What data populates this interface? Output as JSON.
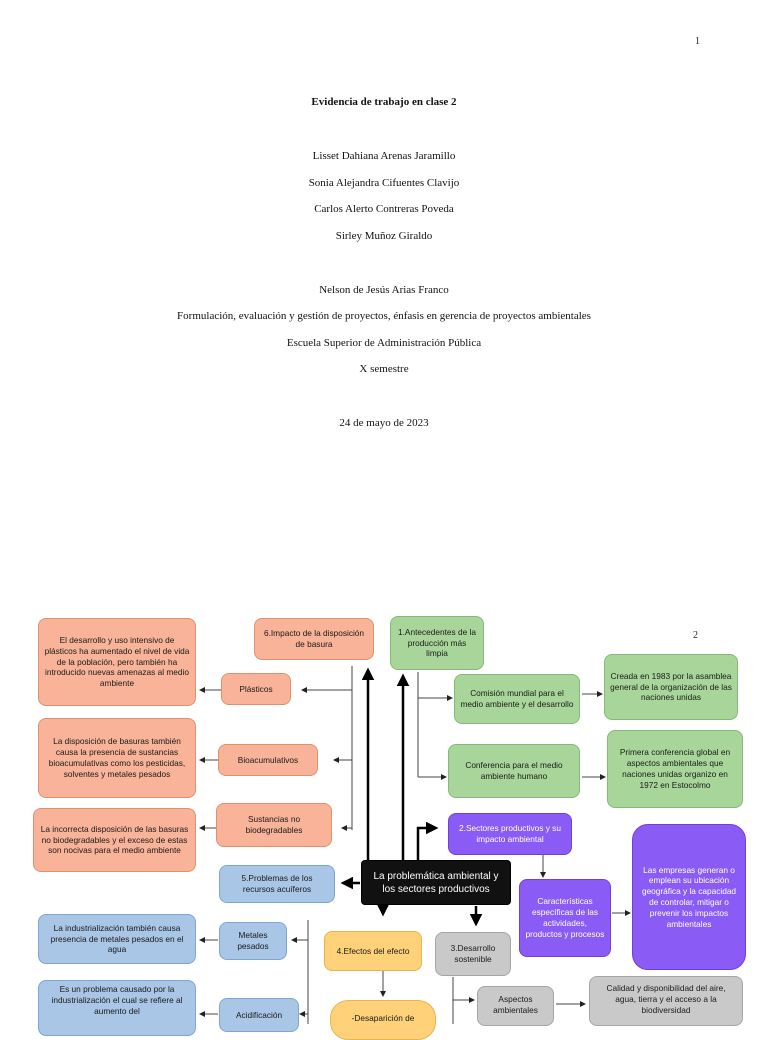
{
  "page1": {
    "page_number": "1",
    "title": "Evidencia de trabajo en clase 2",
    "authors": [
      "Lisset Dahiana Arenas Jaramillo",
      "Sonia Alejandra Cifuentes Clavijo",
      "Carlos Alerto Contreras Poveda",
      "Sirley Muñoz Giraldo"
    ],
    "professor": "Nelson de Jesús Arias Franco",
    "course": "Formulación, evaluación y gestión de proyectos, énfasis en gerencia de proyectos ambientales",
    "school": "Escuela Superior de Administración Pública",
    "semester": "X semestre",
    "date": "24 de mayo de 2023"
  },
  "page2": {
    "page_number": "2",
    "map": {
      "center": "La problemática ambiental y los sectores productivos",
      "n1": "1.Antecedentes de la producción más limpia",
      "n1_comision": "Comisión mundial para el medio ambiente y el desarrollo",
      "n1_comision_detail": "Creada en 1983 por la asamblea general de la organización de las naciones unidas",
      "n1_conferencia": "Conferencia para el medio ambiente humano",
      "n1_conferencia_detail": "Primera conferencia global en aspectos ambientales que naciones unidas organizo en 1972 en Estocolmo",
      "n2": "2.Sectores productivos y su impacto ambiental",
      "n2_caracteristicas": "Características específicas de las actividades, productos y procesos",
      "n2_detail": "Las empresas generan o emplean su ubicación geográfica y la capacidad de controlar, mitigar o prevenir los impactos ambientales",
      "n3": "3.Desarrollo sostenible",
      "n3_aspectos": "Aspectos ambientales",
      "n3_detail": "Calidad y disponibilidad del aire, agua, tierra y el acceso a la biodiversidad",
      "n4": "4.Efectos del efecto",
      "n4_desaparicion": "-Desaparición de",
      "n5": "5.Problemas de los recursos acuíferos",
      "n5_metales": "Metales pesados",
      "n5_metales_detail": "La industrialización también causa presencia de metales pesados en el agua",
      "n5_acidificacion": "Acidificación",
      "n5_acidificacion_detail": "Es un problema causado por la industrialización el cual se refiere al aumento del",
      "n6": "6.Impacto de la disposición de basura",
      "n6_plasticos": "Plásticos",
      "n6_plasticos_detail": "El desarrollo y uso intensivo de plásticos ha aumentado el nivel de vida de la población, pero también ha introducido nuevas amenazas al medio ambiente",
      "n6_bio": "Bioacumulativos",
      "n6_bio_detail": "La disposición de basuras también causa la presencia de sustancias bioacumulativas como los pesticidas, solventes y metales pesados",
      "n6_nobio": "Sustancias no biodegradables",
      "n6_nobio_detail": "La incorrecta disposición de las basuras no biodegradables y el exceso de estas son nocivas para el medio ambiente"
    }
  },
  "colors": {
    "orange": "#f8b399",
    "green": "#a8d69a",
    "blue": "#a9c6e6",
    "purple": "#8a5cf5",
    "yellow": "#ffd27a",
    "gray": "#c9c9c9",
    "center": "#111111"
  }
}
